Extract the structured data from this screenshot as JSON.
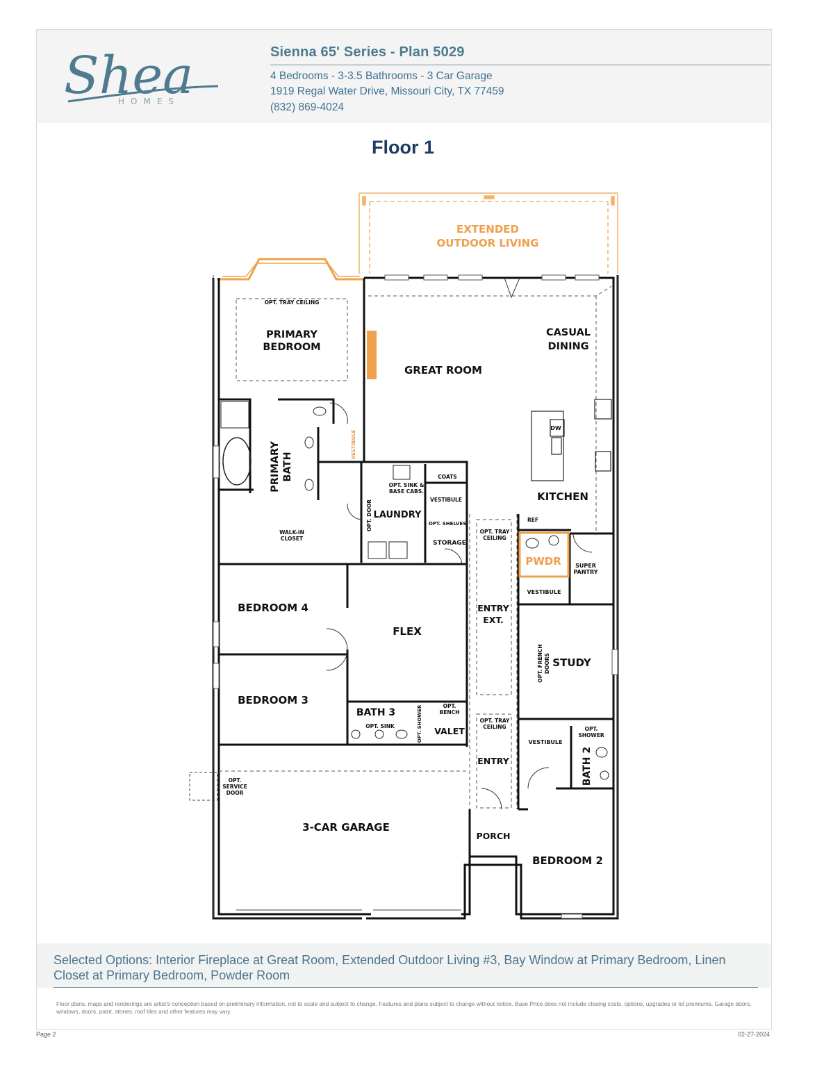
{
  "brand": {
    "logo_text": "Shea",
    "logo_sub": "HOMES"
  },
  "header": {
    "title": "Sienna 65' Series - Plan 5029",
    "specs": "4 Bedrooms - 3-3.5 Bathrooms - 3 Car Garage",
    "address": "1919 Regal Water Drive, Missouri City, TX 77459",
    "phone": "(832) 869-4024"
  },
  "floor_title": "Floor 1",
  "rooms": {
    "ext_outdoor_1": "EXTENDED",
    "ext_outdoor_2": "OUTDOOR LIVING",
    "tray_primary": "OPT. TRAY CEILING",
    "primary_1": "PRIMARY",
    "primary_2": "BEDROOM",
    "great_room": "GREAT ROOM",
    "casual_1": "CASUAL",
    "casual_2": "DINING",
    "kitchen": "KITCHEN",
    "dw": "DW",
    "ref": "REF",
    "primary_bath_1": "PRIMARY",
    "primary_bath_2": "BATH",
    "vestibule_v": "VESTIBULE",
    "walkin_1": "WALK-IN",
    "walkin_2": "CLOSET",
    "sink_1": "OPT. SINK &",
    "sink_2": "BASE CABS.",
    "coats": "COATS",
    "vestibule_laundry": "VESTIBULE",
    "opt_door": "OPT. DOOR",
    "laundry": "LAUNDRY",
    "opt_shelves": "OPT. SHELVES",
    "storage": "STORAGE",
    "tray_entry_1": "OPT. TRAY",
    "tray_entry_2": "CEILING",
    "pwdr": "PWDR",
    "super_1": "SUPER",
    "super_2": "PANTRY",
    "vestibule_pwdr": "VESTIBULE",
    "bedroom4": "BEDROOM 4",
    "flex": "FLEX",
    "entry_ext_1": "ENTRY",
    "entry_ext_2": "EXT.",
    "french_1": "OPT. FRENCH",
    "french_2": "DOORS",
    "study": "STUDY",
    "bedroom3": "BEDROOM 3",
    "bath3": "BATH 3",
    "opt_sink": "OPT. SINK",
    "opt_shower_v": "OPT. SHOWER",
    "bench_1": "OPT.",
    "bench_2": "BENCH",
    "valet": "VALET",
    "tray_entry2_1": "OPT. TRAY",
    "tray_entry2_2": "CEILING",
    "entry": "ENTRY",
    "vestibule_bath2": "VESTIBULE",
    "opt_shower_1": "OPT.",
    "opt_shower_2": "SHOWER",
    "bath2": "BATH 2",
    "service_1": "OPT.",
    "service_2": "SERVICE",
    "service_3": "DOOR",
    "garage": "3-CAR GARAGE",
    "porch": "PORCH",
    "bedroom2": "BEDROOM 2"
  },
  "colors": {
    "wall": "#111111",
    "accent_orange": "#f0a24a",
    "brand_blue": "#4d7a90"
  },
  "footer": {
    "options": "Selected Options: Interior Fireplace at Great Room, Extended Outdoor Living #3, Bay Window at Primary Bedroom, Linen Closet at Primary Bedroom, Powder Room",
    "disclaimer": "Floor plans, maps and renderings are artist's conception based on preliminary information, not to scale and subject to change. Features and plans subject to change without notice. Base Price does not include closing costs, options, upgrades or lot premiums. Garage doors, windows, doors, paint, stones, roof tiles and other features may vary.",
    "page": "Page 2",
    "date": "02-27-2024"
  }
}
